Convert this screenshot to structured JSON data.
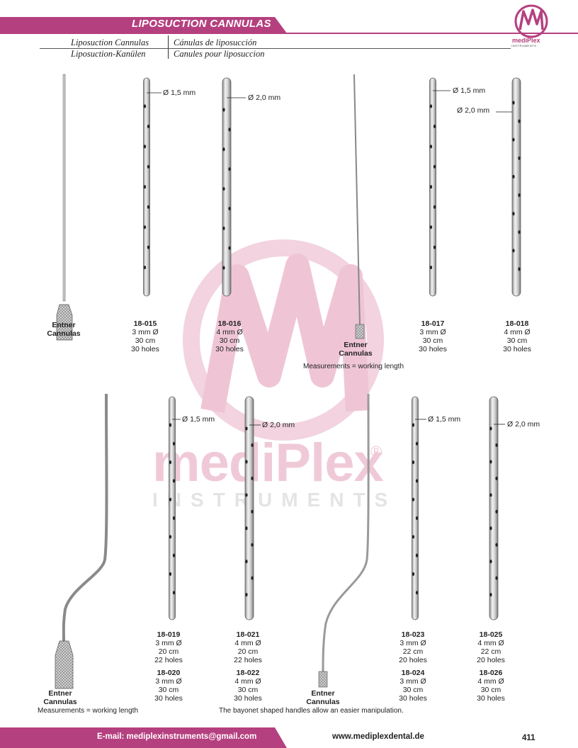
{
  "header": {
    "title": "LIPOSUCTION CANNULAS",
    "names": {
      "en": "Liposuction Cannulas",
      "es": "Cánulas de liposucción",
      "de": "Liposuction-Kanülen",
      "fr": "Canules pour liposuccion"
    }
  },
  "logo": {
    "name": "mediPlex",
    "sub": "INSTRUMENTS"
  },
  "watermark": {
    "name": "mediPlex",
    "registered": "®",
    "sub": "INSTRUMENTS"
  },
  "top_section": {
    "handle_left": "Entner\nCannulas",
    "handle_right": "Entner\nCannulas",
    "items": [
      {
        "code": "18-015",
        "diameter": "3 mm Ø",
        "length": "30 cm",
        "holes": "30 holes",
        "hole_dia": "Ø 1,5 mm"
      },
      {
        "code": "18-016",
        "diameter": "4 mm Ø",
        "length": "30 cm",
        "holes": "30 holes",
        "hole_dia": "Ø 2,0 mm"
      },
      {
        "code": "18-017",
        "diameter": "3 mm Ø",
        "length": "30 cm",
        "holes": "30 holes",
        "hole_dia": "Ø 1,5 mm"
      },
      {
        "code": "18-018",
        "diameter": "4 mm Ø",
        "length": "30 cm",
        "holes": "30 holes",
        "hole_dia": "Ø 2,0 mm"
      }
    ],
    "note": "Measurements = working length"
  },
  "bottom_section": {
    "handle_left": "Entner\nCannulas",
    "handle_right": "Entner\nCannulas",
    "items": [
      {
        "code_a": "18-019",
        "dia_a": "3 mm Ø",
        "len_a": "20 cm",
        "holes_a": "22 holes",
        "code_b": "18-020",
        "dia_b": "3 mm Ø",
        "len_b": "30 cm",
        "holes_b": "30 holes",
        "hole_dia": "Ø 1,5 mm"
      },
      {
        "code_a": "18-021",
        "dia_a": "4 mm Ø",
        "len_a": "20 cm",
        "holes_a": "22 holes",
        "code_b": "18-022",
        "dia_b": "4 mm Ø",
        "len_b": "30 cm",
        "holes_b": "30 holes",
        "hole_dia": "Ø 2,0 mm"
      },
      {
        "code_a": "18-023",
        "dia_a": "3 mm Ø",
        "len_a": "22 cm",
        "holes_a": "20 holes",
        "code_b": "18-024",
        "dia_b": "3 mm Ø",
        "len_b": "30 cm",
        "holes_b": "30 holes",
        "hole_dia": "Ø 1,5 mm"
      },
      {
        "code_a": "18-025",
        "dia_a": "4 mm Ø",
        "len_a": "22 cm",
        "holes_a": "20 holes",
        "code_b": "18-026",
        "dia_b": "4 mm Ø",
        "len_b": "30 cm",
        "holes_b": "30 holes",
        "hole_dia": "Ø 2,0 mm"
      }
    ],
    "note_left": "Measurements = working length",
    "note_right": "The bayonet shaped handles allow an easier manipulation."
  },
  "footer": {
    "email": "E-mail: mediplexinstruments@gmail.com",
    "website": "www.mediplexdental.de",
    "page": "411"
  },
  "colors": {
    "brand": "#b5407f"
  }
}
